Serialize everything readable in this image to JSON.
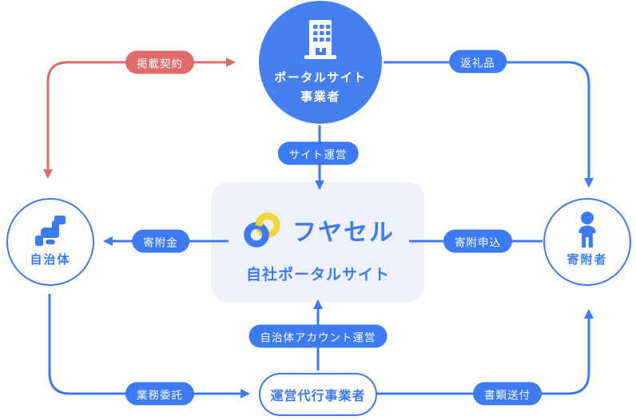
{
  "colors": {
    "primary_blue": "#3D7BF4",
    "portal_circle_fill": "#4480F0",
    "accent_red": "#E16B6B",
    "box_background": "#EDF1FC",
    "logo_yellow": "#F2D43B"
  },
  "nodes": {
    "portal_operator": {
      "label_line1": "ポータルサイト",
      "label_line2": "事業者",
      "icon": "building-icon"
    },
    "municipality": {
      "label": "自治体",
      "icon": "government-building-icon"
    },
    "donor": {
      "label": "寄附者",
      "icon": "person-icon"
    },
    "own_portal": {
      "brand": "フヤセル",
      "label": "自社ポータルサイト",
      "icon": "interlocking-rings-logo"
    },
    "agency": {
      "label": "運営代行事業者"
    }
  },
  "edges": [
    {
      "id": "keisai-keiyaku",
      "label": "掲載契約",
      "from": "municipality",
      "to": "portal_operator",
      "direction": "both",
      "color": "#E16B6B"
    },
    {
      "id": "henreihin",
      "label": "返礼品",
      "from": "portal_operator",
      "to": "donor",
      "direction": "one-way",
      "color": "#3D7BF4"
    },
    {
      "id": "site-unei",
      "label": "サイト運営",
      "from": "portal_operator",
      "to": "own_portal",
      "direction": "one-way",
      "color": "#3D7BF4"
    },
    {
      "id": "kifukin",
      "label": "寄附金",
      "from": "own_portal",
      "to": "municipality",
      "direction": "one-way",
      "color": "#3D7BF4"
    },
    {
      "id": "kifu-moshikomi",
      "label": "寄附申込",
      "from": "donor",
      "to": "own_portal",
      "direction": "plain",
      "color": "#3D7BF4"
    },
    {
      "id": "jichitai-account-unei",
      "label": "自治体アカウント運営",
      "from": "agency",
      "to": "own_portal",
      "direction": "one-way",
      "color": "#3D7BF4"
    },
    {
      "id": "gyomu-itaku",
      "label": "業務委託",
      "from": "municipality",
      "to": "agency",
      "direction": "one-way",
      "color": "#3D7BF4"
    },
    {
      "id": "shorui-sofu",
      "label": "書類送付",
      "from": "agency",
      "to": "donor",
      "direction": "one-way",
      "color": "#3D7BF4"
    }
  ]
}
